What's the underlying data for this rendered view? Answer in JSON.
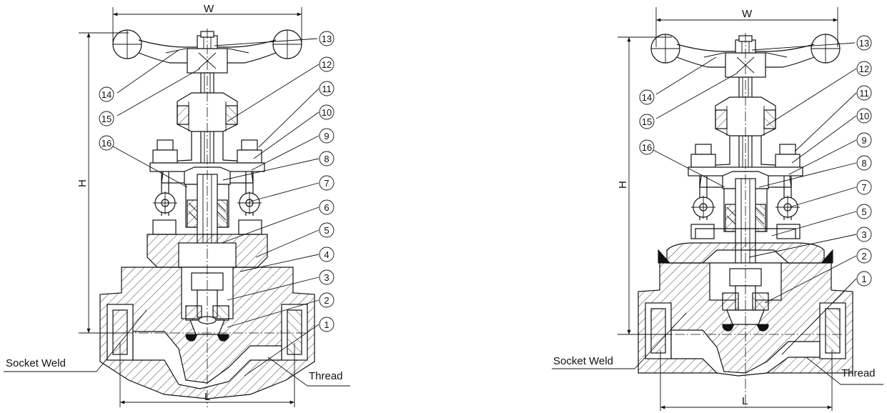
{
  "views": [
    {
      "id": "left",
      "dimensions": {
        "width": "W",
        "height": "H",
        "length": "L"
      },
      "end_labels": {
        "left": "Socket Weld",
        "right": "Thread"
      },
      "callouts": [
        "1",
        "2",
        "3",
        "4",
        "5",
        "6",
        "7",
        "8",
        "9",
        "10",
        "11",
        "12",
        "13",
        "14",
        "15",
        "16"
      ]
    },
    {
      "id": "right",
      "dimensions": {
        "width": "W",
        "height": "H",
        "length": "L"
      },
      "end_labels": {
        "left": "Socket Weld",
        "right": "Thread"
      },
      "callouts": [
        "1",
        "2",
        "3",
        "5",
        "7",
        "8",
        "9",
        "10",
        "11",
        "12",
        "13",
        "14",
        "15",
        "16"
      ]
    }
  ]
}
